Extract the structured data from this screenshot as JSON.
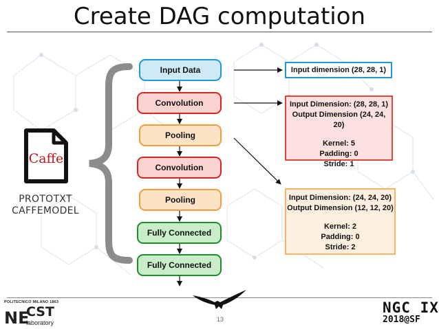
{
  "slide": {
    "title": "Create DAG computation",
    "page_number": "13"
  },
  "source": {
    "icon_label": "Caffe",
    "line1": "PROTOTXT",
    "line2": "CAFFEMODEL"
  },
  "layers": [
    {
      "label": "Input Data",
      "kind": "blue"
    },
    {
      "label": "Convolution",
      "kind": "red"
    },
    {
      "label": "Pooling",
      "kind": "orange"
    },
    {
      "label": "Convolution",
      "kind": "red"
    },
    {
      "label": "Pooling",
      "kind": "orange"
    },
    {
      "label": "Fully Connected",
      "kind": "green"
    },
    {
      "label": "Fully Connected",
      "kind": "green"
    }
  ],
  "info": {
    "input": "Input dimension (28, 28, 1)",
    "conv": {
      "line1": "Input Dimension: (28, 28, 1)",
      "line2": "Output Dimension (24, 24, 20)",
      "line3": "Kernel: 5",
      "line4": "Padding: 0",
      "line5": "Stride: 1"
    },
    "pool": {
      "line1": "Input Dimension: (24, 24, 20)",
      "line2": "Output Dimension (12, 12, 20)",
      "line3": "Kernel: 2",
      "line4": "Padding: 0",
      "line5": "Stride: 2"
    }
  },
  "footer": {
    "university": "POLITECNICO MILANO 1863",
    "lab_ne": "NE",
    "lab_cst": "CST",
    "lab_word": "laboratory",
    "event": "NGC IX",
    "event_year": "2018@SF"
  },
  "colors": {
    "blue": "#1a9ad6",
    "red": "#d9261c",
    "orange": "#f39c3c",
    "green": "#1e8b2c",
    "brace": "#8c8c8c",
    "caffe_red": "#c0161b"
  }
}
